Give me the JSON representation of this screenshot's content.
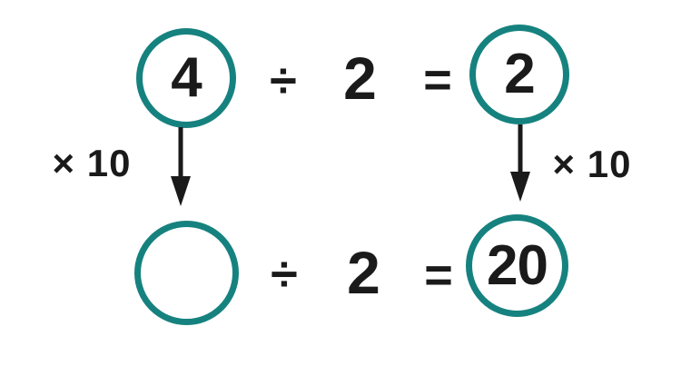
{
  "colors": {
    "accent": "#16827F",
    "ink": "#1A1A1A",
    "background": "#FFFFFF"
  },
  "equation_top": {
    "dividend": "4",
    "divide_sign": "÷",
    "divisor": "2",
    "equals_sign": "=",
    "quotient": "2"
  },
  "equation_bottom": {
    "dividend": "",
    "divide_sign": "÷",
    "divisor": "2",
    "equals_sign": "=",
    "quotient": "20"
  },
  "multipliers": {
    "left": "× 10",
    "right": "× 10"
  },
  "icons": {
    "left_arrow": "down-arrow",
    "right_arrow": "down-arrow"
  }
}
